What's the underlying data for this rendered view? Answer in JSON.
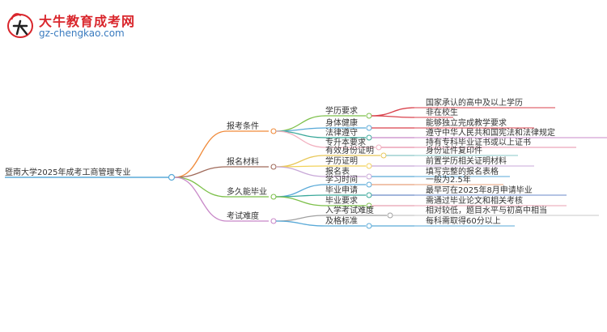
{
  "logo": {
    "title": "大牛教育成考网",
    "url": "gz-chengkao.com"
  },
  "root": "暨南大学2025年成考工商管理专业",
  "branches": [
    {
      "label": "报考条件",
      "color": "#f08a3a",
      "children": [
        {
          "label": "学历要求",
          "color": "#7dc04a",
          "leaves": [
            {
              "label": "国家承认的高中及以上学历",
              "color": "#d9424c"
            },
            {
              "label": "非在校生",
              "color": "#d9424c"
            }
          ]
        },
        {
          "label": "身体健康",
          "color": "#5aaad8",
          "leaves": [
            {
              "label": "能够独立完成教学要求",
              "color": "#d9424c"
            }
          ]
        },
        {
          "label": "法律遵守",
          "color": "#3aa89a",
          "leaves": [
            {
              "label": "遵守中华人民共和国宪法和法律规定",
              "color": "#c888c8"
            }
          ]
        },
        {
          "label": "专升本要求",
          "color": "#f2b0bf",
          "leaves": [
            {
              "label": "持有专科毕业证书或以上证书",
              "color": "#e78fa8"
            }
          ]
        }
      ]
    },
    {
      "label": "报名材料",
      "color": "#a06a5a",
      "children": [
        {
          "label": "有效身份证明",
          "color": "#e8c85a",
          "leaves": [
            {
              "label": "身份证件复印件",
              "color": "#8ac8c8"
            }
          ]
        },
        {
          "label": "学历证明",
          "color": "#f2d25a",
          "leaves": [
            {
              "label": "前置学历相关证明材料",
              "color": "#c8a8d8"
            }
          ]
        },
        {
          "label": "报名表",
          "color": "#c8a8d8",
          "leaves": [
            {
              "label": "填写完整的报名表格",
              "color": "#5aaad8"
            }
          ]
        }
      ]
    },
    {
      "label": "多久能毕业",
      "color": "#7dc04a",
      "children": [
        {
          "label": "学习时间",
          "color": "#5aaad8",
          "leaves": [
            {
              "label": "一般为2.5年",
              "color": "#e8a07a"
            }
          ]
        },
        {
          "label": "毕业申请",
          "color": "#3aa89a",
          "leaves": [
            {
              "label": "最早可在2025年8月申请毕业",
              "color": "#6a8ac8"
            }
          ]
        },
        {
          "label": "毕业要求",
          "color": "#7dc04a",
          "leaves": [
            {
              "label": "需通过毕业论文和相关考核",
              "color": "#e8a0b0"
            }
          ]
        }
      ]
    },
    {
      "label": "考试难度",
      "color": "#c888c8",
      "children": [
        {
          "label": "入学考试难度",
          "color": "#a0a0a0",
          "leaves": [
            {
              "label": "相对较低，题目水平与初高中相当",
              "color": "#c8c8c8"
            }
          ]
        },
        {
          "label": "及格标准",
          "color": "#5aaad8",
          "leaves": [
            {
              "label": "每科需取得60分以上",
              "color": "#5aaad8"
            }
          ]
        }
      ]
    }
  ]
}
